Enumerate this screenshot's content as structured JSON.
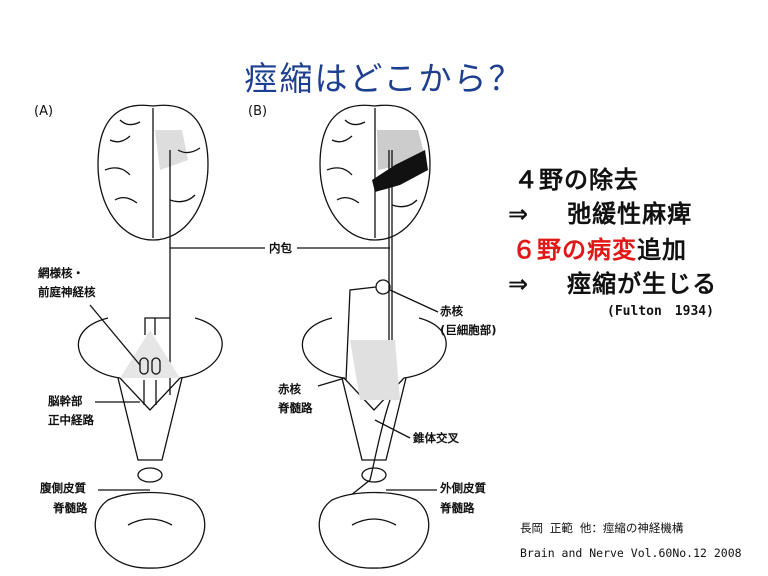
{
  "slide": {
    "title": "痙縮はどこから？",
    "panels": {
      "a": "(A)",
      "b": "(B)"
    },
    "labels": {
      "internal_capsule": "内包",
      "reticular_1": "網様核・",
      "reticular_2": "前庭神経核",
      "brainstem_1": "脳幹部",
      "brainstem_2": "正中経路",
      "ventral_1": "腹側皮質",
      "ventral_2": "脊髄路",
      "red_nucleus_1": "赤核",
      "red_nucleus_2": "(巨細胞部)",
      "rubrospinal_1": "赤核",
      "rubrospinal_2": "脊髄路",
      "pyramidal_decussation": "錐体交叉",
      "lateral_1": "外側皮質",
      "lateral_2": "脊髄路"
    },
    "points": {
      "line1": "４野の除去",
      "line2_arrow": "⇒",
      "line2": "弛緩性麻痺",
      "line3_red": "６野の病変",
      "line3": "追加",
      "line4_arrow": "⇒",
      "line4": "痙縮が生じる",
      "reference": "(Fulton　1934)"
    },
    "citation": {
      "line1": "長岡 正範 他：痙縮の神経機構",
      "line2": "Brain and Nerve Vol.60No.12 2008"
    },
    "colors": {
      "title": "#1d3f8f",
      "highlight": "#e01818"
    }
  }
}
